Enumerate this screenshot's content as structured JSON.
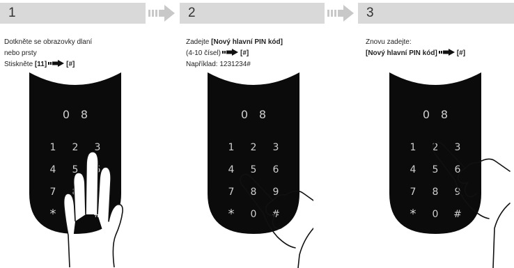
{
  "steps": [
    {
      "number": "1",
      "lines": {
        "l1": "Dotkněte se obrazovky dlaní",
        "l2": "nebo prsty",
        "l3_prefix": "Stiskněte ",
        "l3_bold1": "[11]",
        "l3_bold2": "[#]"
      }
    },
    {
      "number": "2",
      "lines": {
        "l1_prefix": "Zadejte ",
        "l1_bold": "[Nový hlavní PIN kód]",
        "l2_prefix": "(4-10 čísel)",
        "l2_bold": "[#]",
        "l3": "Například: 1231234#"
      }
    },
    {
      "number": "3",
      "lines": {
        "l1": "Znovu zadejte:",
        "l2_bold1": "[Nový hlavní PIN kód]",
        "l2_bold2": "[#]"
      }
    }
  ],
  "keypad": {
    "top_row": [
      "0",
      "8"
    ],
    "keys": [
      "1",
      "2",
      "3",
      "4",
      "5",
      "6",
      "7",
      "8",
      "9",
      "*",
      "0",
      "#"
    ]
  },
  "colors": {
    "header_bg": "#d9d9d9",
    "lock_body": "#0b0b0b",
    "key_text": "#cfcfcf"
  }
}
